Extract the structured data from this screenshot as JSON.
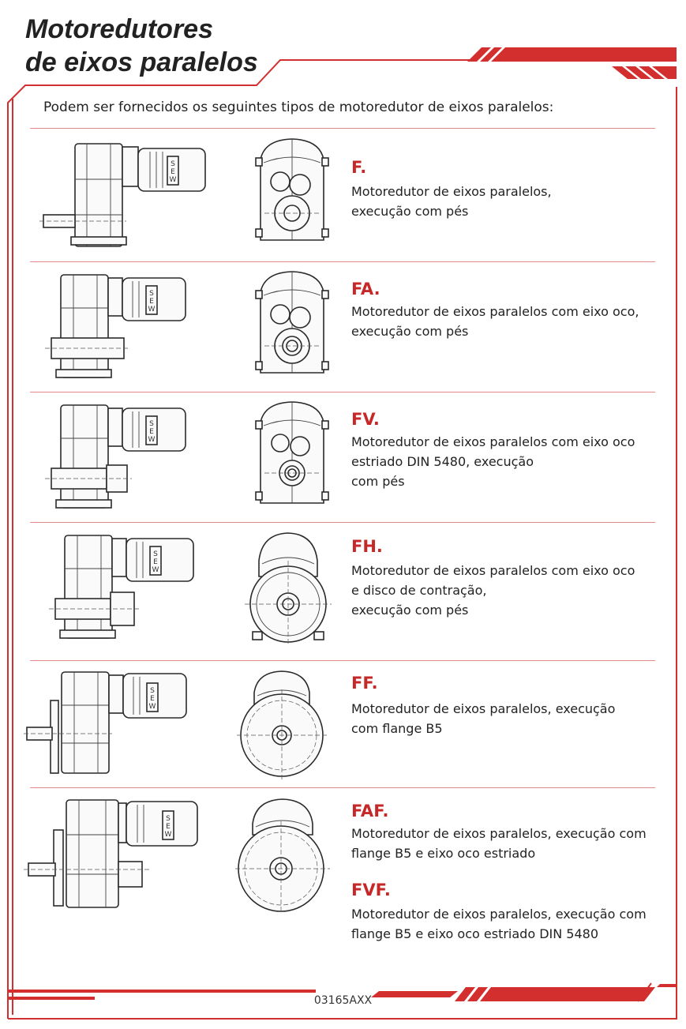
{
  "title": {
    "line1": "Motoredutores",
    "line2": "de eixos paralelos"
  },
  "intro": "Podem ser fornecidos os seguintes tipos de motoredutor de eixos paralelos:",
  "items": [
    {
      "code": "F.",
      "desc": [
        "Motoredutor de eixos paralelos,",
        "execução com pés"
      ]
    },
    {
      "code": "FA.",
      "desc": [
        "Motoredutor de eixos paralelos com eixo oco,",
        "execução com pés"
      ]
    },
    {
      "code": "FV.",
      "desc": [
        "Motoredutor de eixos paralelos com eixo oco",
        "estriado DIN 5480, execução",
        "com pés"
      ]
    },
    {
      "code": "FH.",
      "desc": [
        "Motoredutor de eixos paralelos com eixo oco",
        "e disco de contração,",
        "execução com pés"
      ]
    },
    {
      "code": "FF.",
      "desc": [
        "Motoredutor de eixos paralelos, execução",
        "com flange B5"
      ]
    },
    {
      "code": "FAF.",
      "desc": [
        "Motoredutor de eixos paralelos, execução com",
        "flange B5 e eixo oco estriado"
      ]
    },
    {
      "code": "FVF.",
      "desc": [
        "Motoredutor de eixos paralelos, execução com",
        "flange B5 e eixo oco estriado DIN 5480"
      ]
    }
  ],
  "motor_badge": [
    "S",
    "E",
    "W"
  ],
  "footer": "03165AXX",
  "colors": {
    "accent": "#d32f2f",
    "code": "#c62828",
    "separator": "#e48a88"
  }
}
